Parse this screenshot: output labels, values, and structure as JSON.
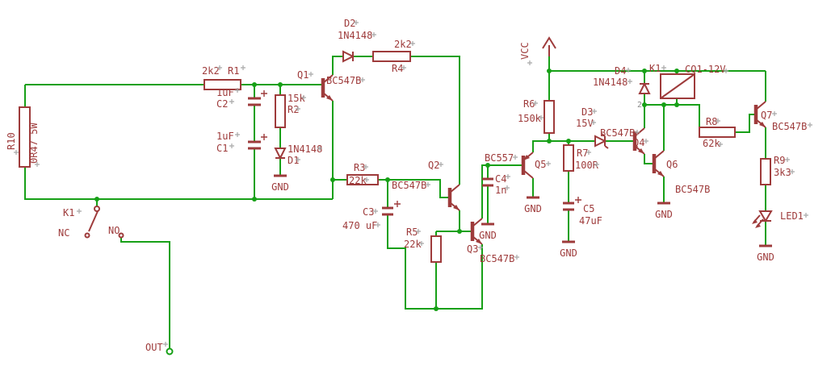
{
  "power": {
    "vcc_label": "VCC",
    "gnd_label": "GND"
  },
  "net_labels": {
    "out": "OUT"
  },
  "colors": {
    "net": "#17a017",
    "symbol": "#9e3b3b",
    "pin_number": "#8a8a8a",
    "origin_cross": "#a8a8a8",
    "background": "#ffffff"
  },
  "parts": {
    "R1": {
      "name": "R1",
      "value": "2k2"
    },
    "R2": {
      "name": "R2",
      "value": "15k"
    },
    "R3": {
      "name": "R3",
      "value": "22k"
    },
    "R4": {
      "name": "R4",
      "value": "2k2"
    },
    "R5": {
      "name": "R5",
      "value": "22k"
    },
    "R6": {
      "name": "R6",
      "value": "150k"
    },
    "R7": {
      "name": "R7",
      "value": "100R"
    },
    "R8": {
      "name": "R8",
      "value": "62k"
    },
    "R9": {
      "name": "R9",
      "value": "3k3"
    },
    "R10": {
      "name": "R10",
      "value": "0R47 5W"
    },
    "C1": {
      "name": "C1",
      "value": "1uF"
    },
    "C2": {
      "name": "C2",
      "value": "1uF"
    },
    "C3": {
      "name": "C3",
      "value": "470 uF"
    },
    "C4": {
      "name": "C4",
      "value": "1n"
    },
    "C5": {
      "name": "C5",
      "value": "47uF"
    },
    "D1": {
      "name": "D1",
      "value": "1N4148"
    },
    "D2": {
      "name": "D2",
      "value": "1N4148"
    },
    "D3": {
      "name": "D3",
      "value": "15V"
    },
    "D4": {
      "name": "D4",
      "value": "1N4148"
    },
    "Q1": {
      "name": "Q1",
      "value": "BC547B"
    },
    "Q2": {
      "name": "Q2",
      "value": "BC547B"
    },
    "Q3": {
      "name": "Q3",
      "value": "BC547B"
    },
    "Q4": {
      "name": "Q4",
      "value": "BC547B"
    },
    "Q5": {
      "name": "Q5",
      "value": "BC557"
    },
    "Q6": {
      "name": "Q6",
      "value": "BC547B"
    },
    "Q7": {
      "name": "Q7",
      "value": "BC547B"
    },
    "K1_coil": {
      "name": "K1",
      "value": "CQ1-12V",
      "pin_2": "2"
    },
    "K1_contact": {
      "name": "K1",
      "nc": "NC",
      "no": "NO"
    },
    "LED1": {
      "name": "LED1"
    }
  }
}
